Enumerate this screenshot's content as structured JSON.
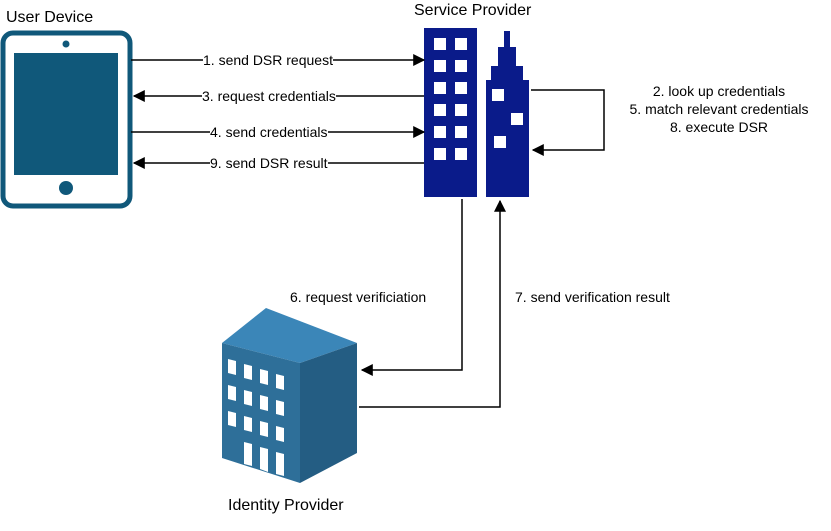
{
  "nodes": {
    "user_device": "User Device",
    "service_provider": "Service Provider",
    "identity_provider": "Identity Provider"
  },
  "edges": {
    "step1": "1. send DSR request",
    "step3": "3. request credentials",
    "step4": "4. send credentials",
    "step9": "9. send DSR result",
    "step6": "6.  request verificiation",
    "step7": "7. send verification result"
  },
  "self_loop_notes": [
    "2. look up credentials",
    "5. match relevant credentials",
    "8. execute DSR"
  ],
  "colors": {
    "tablet": "#10587a",
    "service_provider": "#0a1b8a",
    "identity_provider_front": "#2e6f99",
    "identity_provider_side": "#245d83",
    "identity_provider_top": "#3b86b8"
  }
}
